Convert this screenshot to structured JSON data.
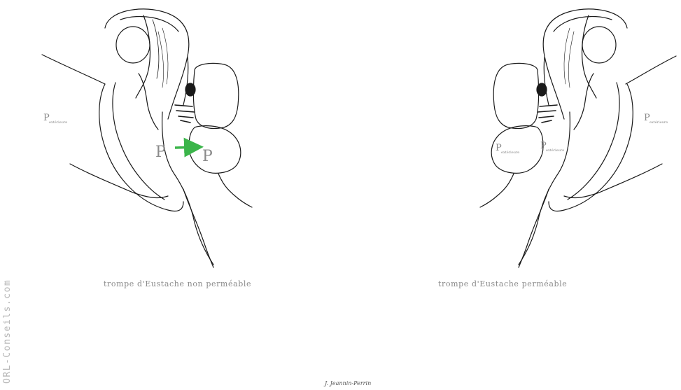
{
  "figure": {
    "left_panel": {
      "caption": "trompe d'Eustache non perméable",
      "outer_label": {
        "main": "P",
        "sub": "extérieure"
      },
      "middle_ear_label": {
        "main": "P",
        "sub": ""
      },
      "bulge_label": {
        "main": "P",
        "sub": ""
      },
      "arrow_color": "#3bb54a"
    },
    "right_panel": {
      "caption": "trompe d'Eustache perméable",
      "outer_label": {
        "main": "P",
        "sub": "extérieure"
      },
      "bulge_label": {
        "main": "P",
        "sub": "extérieure"
      },
      "middle_ear_label": {
        "main": "P",
        "sub": "extérieure"
      }
    },
    "watermark": "ORL-Conseils.com",
    "signature": "J. Jeannin-Perrin"
  },
  "colors": {
    "line": "#1a1a1a",
    "label": "#8a8a8a",
    "arrow": "#3bb54a"
  }
}
